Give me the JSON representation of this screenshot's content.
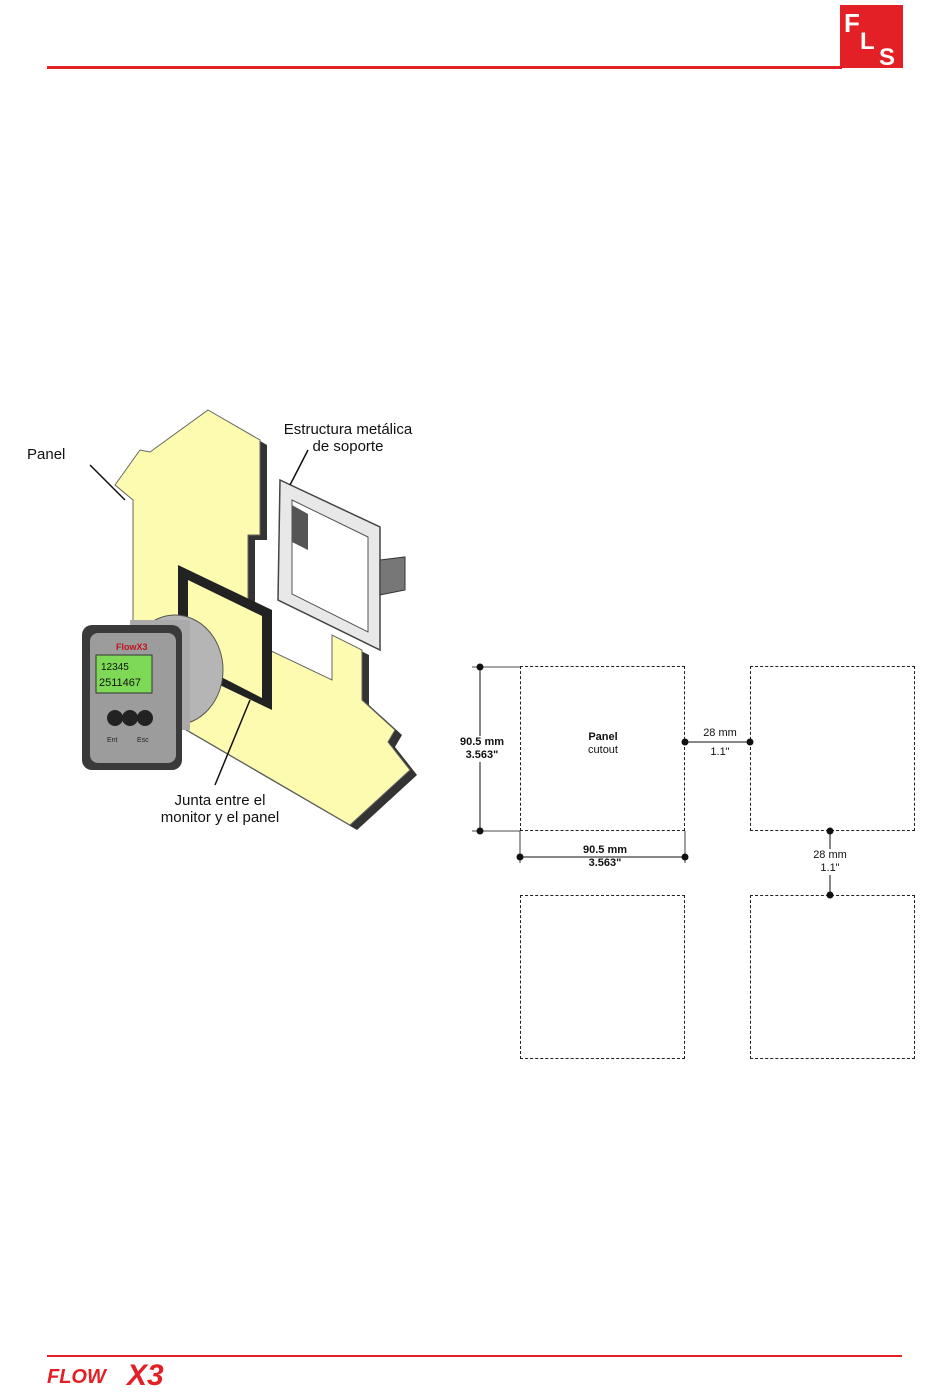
{
  "header": {
    "brand_logo_text": "FLS",
    "accent_color": "#e32026"
  },
  "mount_diagram": {
    "panel_label": "Panel",
    "frame_label_line1": "Estructura metálica",
    "frame_label_line2": "de soporte",
    "gasket_label_line1": "Junta entre el",
    "gasket_label_line2": "monitor y el panel",
    "device_brand": "FlowX3",
    "display_line1": "12345",
    "display_line2": "2511467",
    "key_left": "Ent",
    "key_right": "Esc",
    "panel_color": "#fdfbb0"
  },
  "cutout_diagram": {
    "cutout_label_line1": "Panel",
    "cutout_label_line2": "cutout",
    "height_mm": "90.5 mm",
    "height_in": "3.563\"",
    "width_mm": "90.5 mm",
    "width_in": "3.563\"",
    "hgap_mm": "28 mm",
    "hgap_in": "1.1\"",
    "vgap_mm": "28 mm",
    "vgap_in": "1.1\""
  },
  "footer": {
    "logo_text_flow": "FLOW",
    "logo_text_x3": "X3"
  }
}
